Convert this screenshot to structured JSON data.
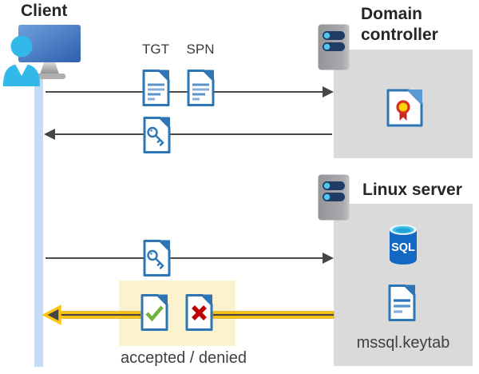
{
  "diagram": {
    "client": {
      "label": "Client"
    },
    "domain_controller": {
      "label": "Domain controller"
    },
    "linux_server": {
      "label": "Linux server"
    },
    "tgt_label": "TGT",
    "spn_label": "SPN",
    "sql_label": "SQL",
    "keytab_label": "mssql.keytab",
    "result_label": "accepted / denied"
  },
  "icons": {
    "client_icon": "user-at-monitor",
    "server_icon": "server-rack",
    "tgt_icon": "text-document",
    "spn_icon": "text-document",
    "ticket_icon": "key-document",
    "certificate_icon": "certificate-document",
    "accepted_icon": "check-document",
    "denied_icon": "cross-document",
    "sql_icon": "sql-database-cylinder",
    "keytab_icon": "text-document"
  },
  "colors": {
    "doc_blue": "#2E75B6",
    "doc_fold_light": "#5B9BD5",
    "doc_line_blue": "#5B93CE",
    "doc_line_light": "#85AEDC",
    "check_green": "#6FB33C",
    "cross_red": "#C00000",
    "highlight_yellow": "#FAF3CD",
    "arrow_dark": "#454545",
    "arrow_yellow": "#FFC412",
    "arrow_yellow_edge": "#D8A400",
    "lifeline_blue": "#C5DCF8",
    "box_gray": "#DADADA",
    "server_navy": "#1F3B66",
    "server_cyan": "#53C6EA",
    "sql_body_blue": "#1268C3",
    "sql_top_cyan": "#45C3E8",
    "cert_yellow": "#FFD400",
    "cert_red": "#C5281C",
    "person_cyan": "#33B9E9",
    "monitor_blue_light": "#6FA0DB",
    "monitor_blue_dark": "#2E5EAE"
  }
}
